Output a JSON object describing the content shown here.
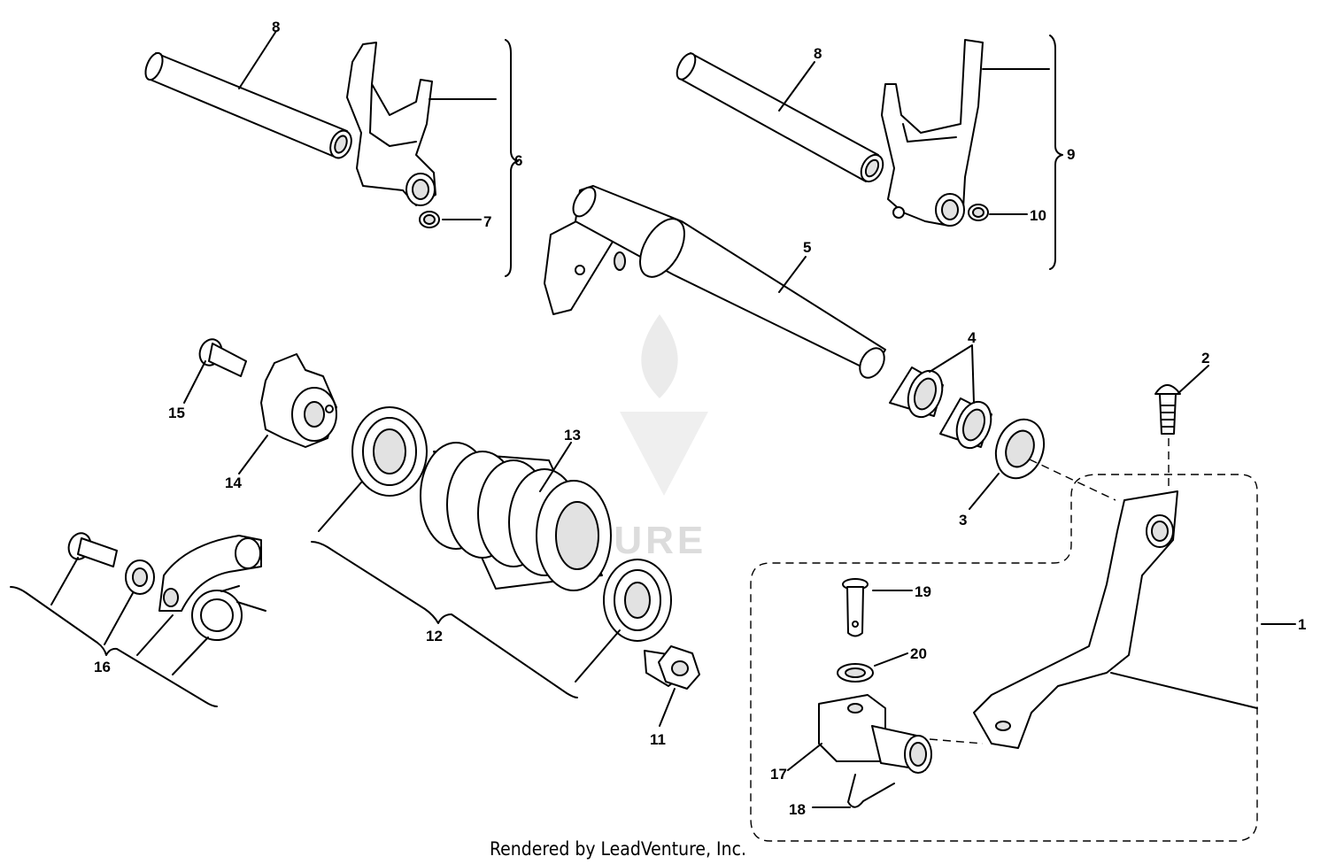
{
  "diagram": {
    "callouts": [
      "1",
      "2",
      "3",
      "4",
      "5",
      "6",
      "7",
      "8",
      "9",
      "10",
      "11",
      "12",
      "13",
      "14",
      "15",
      "16",
      "17",
      "18",
      "19",
      "20"
    ],
    "watermark": "VENTURE",
    "footer": "Rendered by LeadVenture, Inc."
  }
}
